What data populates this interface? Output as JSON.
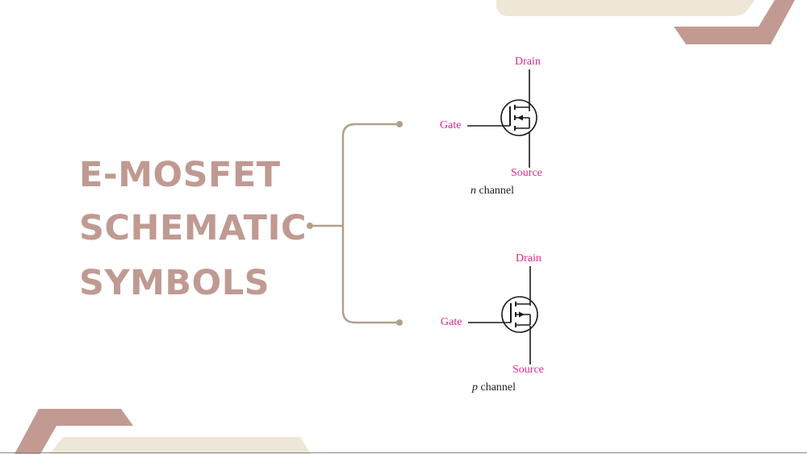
{
  "title": {
    "lines": [
      "E-MOSFET",
      "SCHEMATIC",
      "SYMBOLS"
    ]
  },
  "colors": {
    "title": "#c09a92",
    "connector": "#b3a08c",
    "pin_label": "#e0288c",
    "symbol_stroke": "#1a1a1a",
    "deco_beige": "#eee6d6",
    "deco_rose": "#c29a92"
  },
  "n_channel": {
    "drain_label": "Drain",
    "gate_label": "Gate",
    "source_label": "Source",
    "caption_letter": "n",
    "caption_rest": "channel"
  },
  "p_channel": {
    "drain_label": "Drain",
    "gate_label": "Gate",
    "source_label": "Source",
    "caption_letter": "p",
    "caption_rest": "channel"
  }
}
